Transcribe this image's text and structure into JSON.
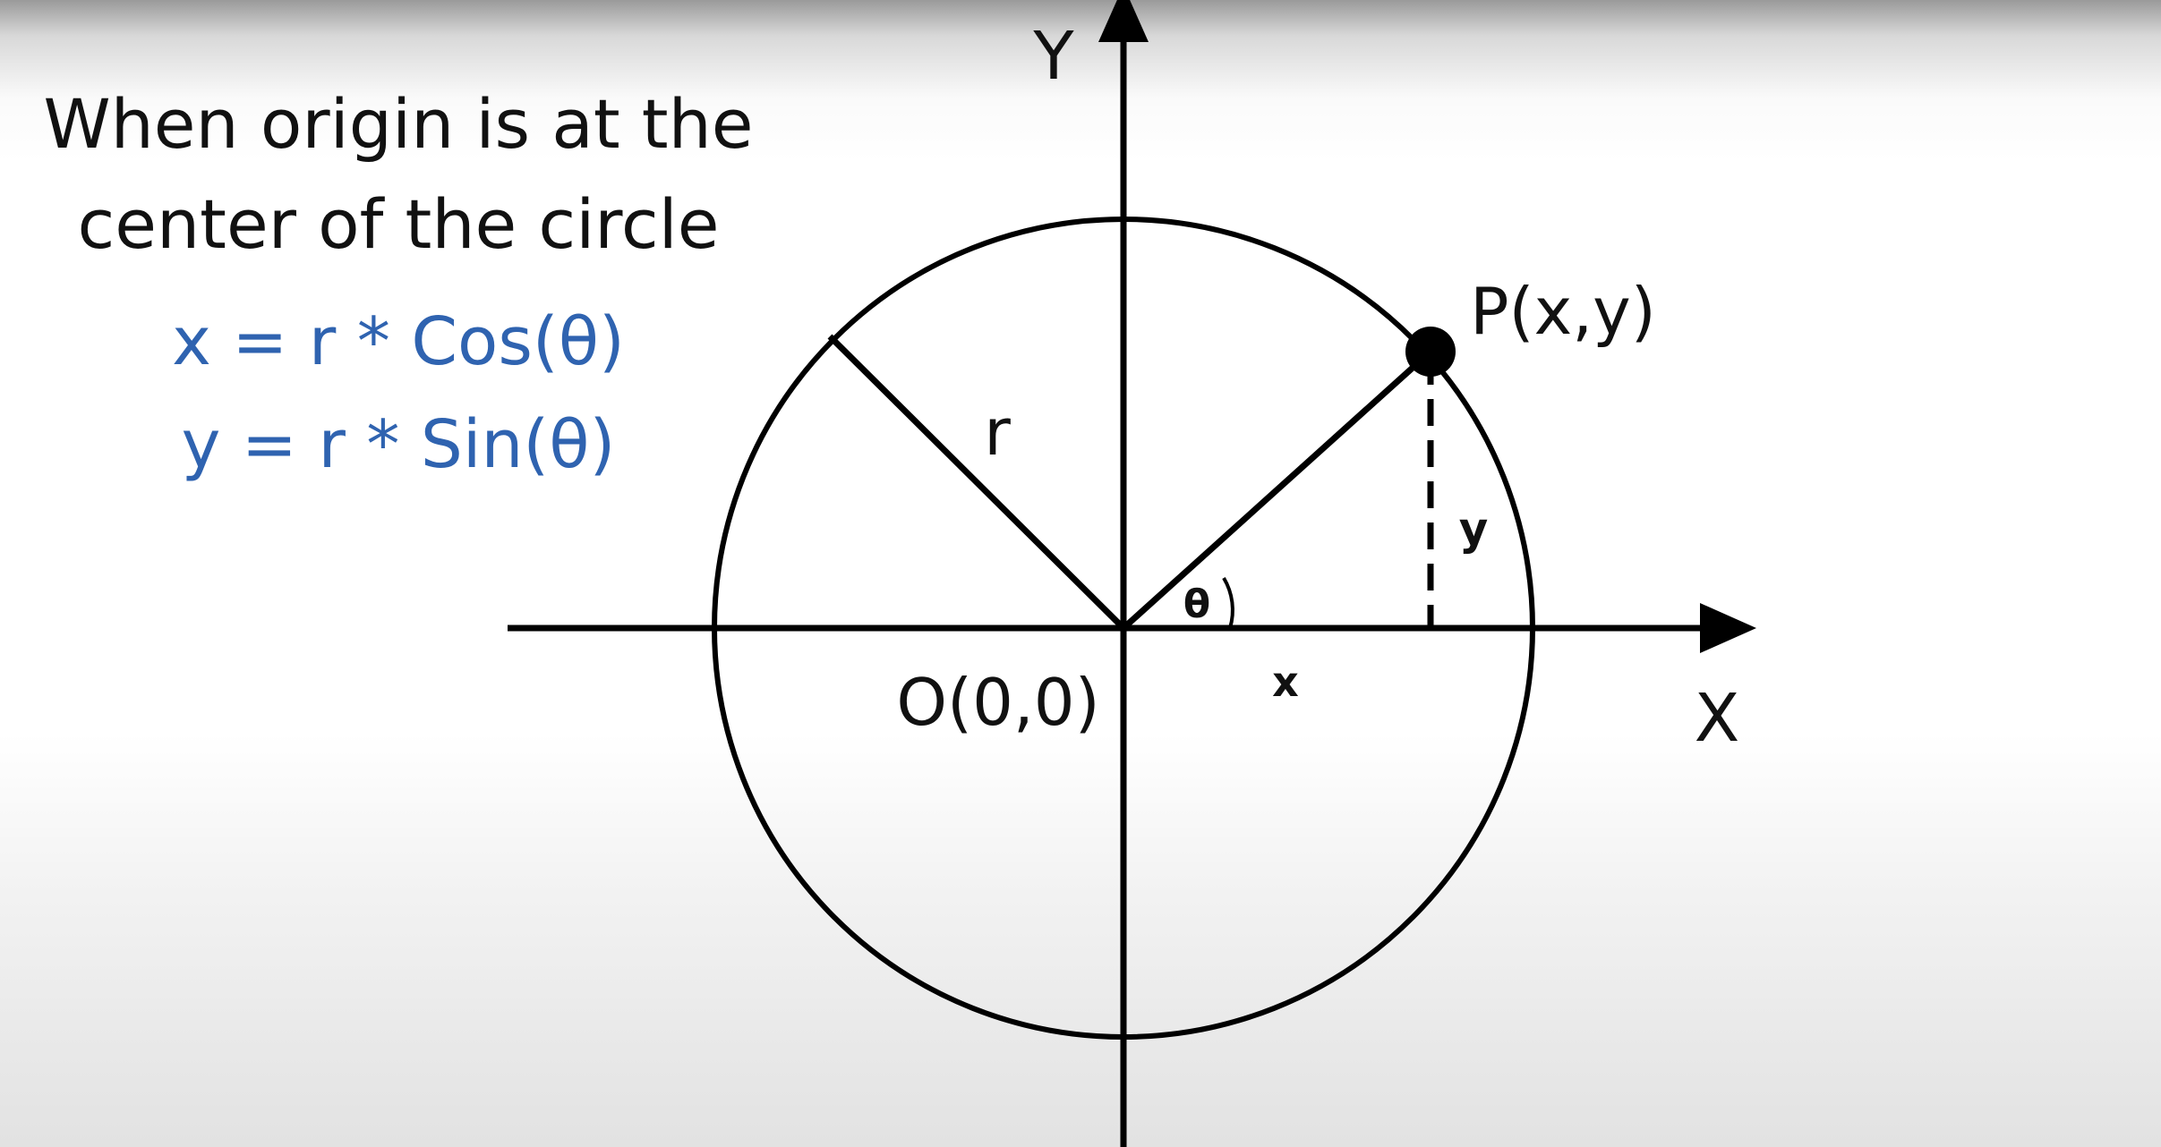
{
  "heading": {
    "line1": "When origin is at the",
    "line2": "center of the circle"
  },
  "formulas": {
    "x_formula": "x = r * Cos(θ)",
    "y_formula": "y = r * Sin(θ)",
    "color": "#2f63b0"
  },
  "diagram": {
    "y_axis_label": "Y",
    "x_axis_label": "X",
    "origin_label": "O(0,0)",
    "point_label": "P(x,y)",
    "radius_label": "r",
    "angle_label": "θ",
    "x_segment_label": "x",
    "y_segment_label": "y"
  }
}
